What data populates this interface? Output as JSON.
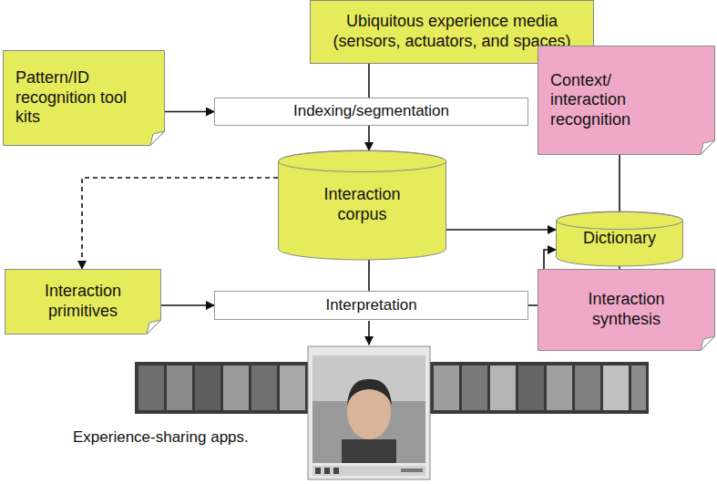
{
  "diagram": {
    "nodes": [
      {
        "text": [
          "Ubiquitous experience media (sensors, actuators, and spaces)"
        ]
      },
      {
        "text": [
          "Pattern/ID recognition tool kits"
        ]
      },
      {
        "text": [
          "Indexing/segmentation"
        ]
      },
      {
        "text": [
          "Interaction corpus"
        ]
      },
      {
        "text": [
          "Context/ interaction recognition"
        ]
      },
      {
        "text": [
          "Dictionary"
        ]
      },
      {
        "text": [
          "Interaction primitives"
        ]
      },
      {
        "text": [
          "Interpretation"
        ]
      },
      {
        "text": [
          "Interaction synthesis"
        ]
      }
    ],
    "edges": [
      {
        "from": 0,
        "to": 2,
        "arrow": "none"
      },
      {
        "from": 1,
        "to": 2,
        "arrow": "to"
      },
      {
        "from": 2,
        "to": 3,
        "arrow": "to"
      },
      {
        "from": 3,
        "to": 6,
        "arrow": "to"
      },
      {
        "from": 3,
        "to": 7,
        "arrow": "none"
      },
      {
        "from": 6,
        "to": 7,
        "arrow": "to"
      },
      {
        "from": 3,
        "to": 5,
        "arrow": "to"
      },
      {
        "from": 7,
        "to": 5,
        "arrow": "to"
      },
      {
        "from": 4,
        "to": 5,
        "arrow": "none"
      },
      {
        "from": 5,
        "to": 8,
        "arrow": "none"
      }
    ],
    "labels": [
      "Experience-sharing apps."
    ]
  }
}
